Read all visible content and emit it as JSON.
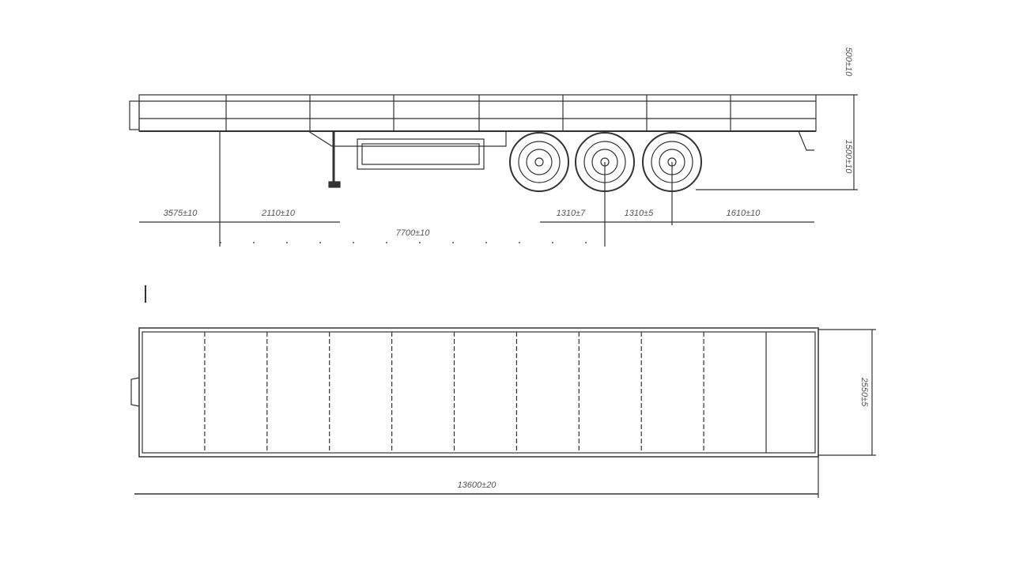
{
  "side_view": {
    "dimensions": {
      "front_overhang": "3575±10",
      "kingpin_to_leg": "2110±10",
      "kingpin_to_axle": "7700±10",
      "axle_spacing_1": "1310±7",
      "axle_spacing_2": "1310±5",
      "rear_overhang": "1610±10",
      "side_height": "500±10",
      "deck_height": "1500±10"
    }
  },
  "top_view": {
    "dimensions": {
      "width": "2550±5",
      "overall_length": "13600±20"
    },
    "panel_count": 11
  },
  "colors": {
    "line": "#333333",
    "background": "#ffffff"
  }
}
